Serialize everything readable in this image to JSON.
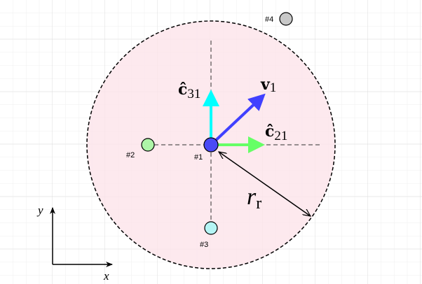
{
  "points": [
    {
      "label": "#1",
      "color": "#4a4af5"
    },
    {
      "label": "#2",
      "color": "#aef5a8"
    },
    {
      "label": "#3",
      "color": "#b5f5f5"
    },
    {
      "label": "#4",
      "color": "#c8c8c8"
    }
  ],
  "vectors": {
    "c31": {
      "symbol": "ĉ",
      "sub": "31",
      "color": "#00ffff"
    },
    "v1": {
      "symbol": "v",
      "sub": "1",
      "color": "#4040ff"
    },
    "c21": {
      "symbol": "ĉ",
      "sub": "21",
      "color": "#66ff66"
    }
  },
  "radius": {
    "symbol": "r",
    "sub": "r"
  },
  "axes": {
    "x": "x",
    "y": "y"
  },
  "colors": {
    "region": "#fdeaee",
    "grid": "#ececec"
  }
}
